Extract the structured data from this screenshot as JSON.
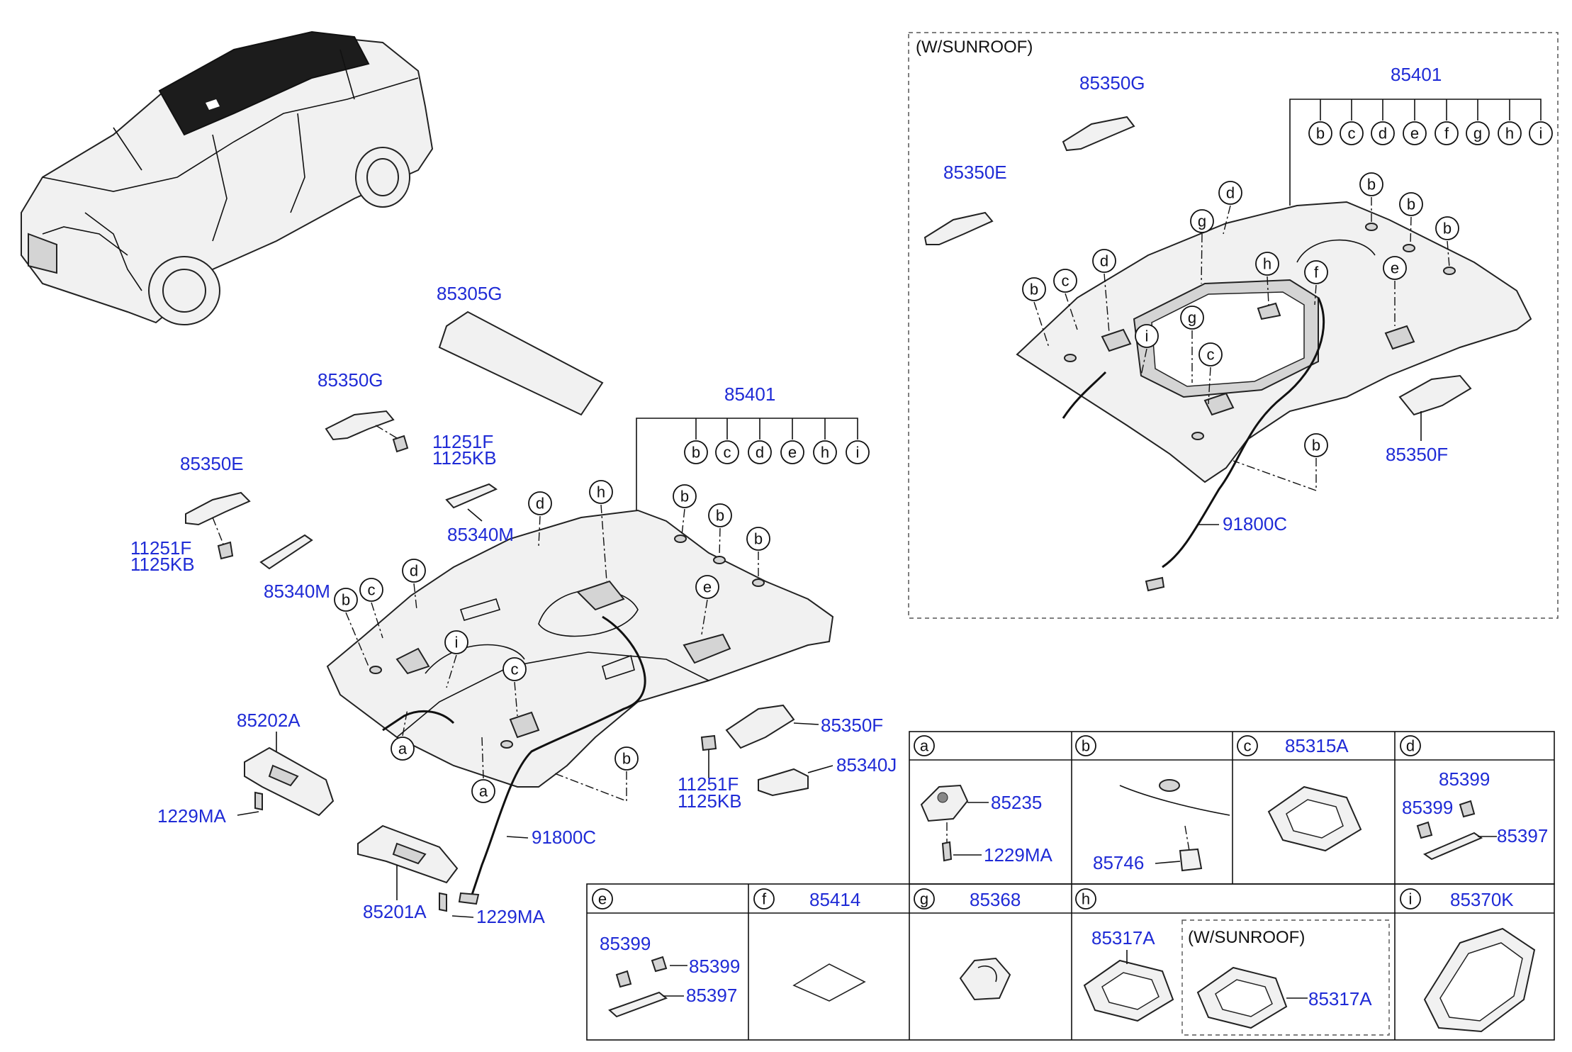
{
  "main": {
    "roof_film": "85305G",
    "bracket_upper": "85350G",
    "bracket_left": "85350E",
    "bracket_right": "85350F",
    "screw_a": "11251F",
    "screw_b": "1125KB",
    "screw_c": "11251F",
    "screw_d": "1125KB",
    "screw_e": "11251F",
    "screw_f": "1125KB",
    "grip_1": "85340M",
    "grip_2": "85340M",
    "grip_3": "85340J",
    "headlining": "85401",
    "wiring": "91800C",
    "visor_right": "85202A",
    "visor_left": "85201A",
    "visor_screw_1": "1229MA",
    "visor_screw_2": "1229MA",
    "callouts_top": [
      "b",
      "c",
      "d",
      "e",
      "h",
      "i"
    ],
    "callouts_body": [
      "h",
      "d",
      "b",
      "b",
      "b",
      "d",
      "c",
      "b",
      "e",
      "i",
      "c",
      "a",
      "a",
      "b"
    ]
  },
  "sunroof": {
    "title": "(W/SUNROOF)",
    "headlining": "85401",
    "bracket_upper": "85350G",
    "bracket_left": "85350E",
    "bracket_right": "85350F",
    "wiring": "91800C",
    "callouts_top": [
      "b",
      "c",
      "d",
      "e",
      "f",
      "g",
      "h",
      "i"
    ],
    "callouts_body": [
      "d",
      "b",
      "g",
      "b",
      "b",
      "b",
      "c",
      "d",
      "h",
      "f",
      "e",
      "g",
      "i",
      "c",
      "b"
    ]
  },
  "detail": {
    "cells": [
      {
        "letter": "a",
        "title": "",
        "parts": [
          "85235",
          "1229MA"
        ]
      },
      {
        "letter": "b",
        "title": "",
        "parts": [
          "85746"
        ]
      },
      {
        "letter": "c",
        "title": "85315A",
        "parts": []
      },
      {
        "letter": "d",
        "title": "",
        "parts": [
          "85399",
          "85399",
          "85397"
        ]
      },
      {
        "letter": "e",
        "title": "",
        "parts": [
          "85399",
          "85399",
          "85397"
        ]
      },
      {
        "letter": "f",
        "title": "85414",
        "parts": []
      },
      {
        "letter": "g",
        "title": "85368",
        "parts": []
      },
      {
        "letter": "h",
        "title": "",
        "parts": [
          "85317A",
          "85317A"
        ],
        "note": "(W/SUNROOF)"
      },
      {
        "letter": "i",
        "title": "85370K",
        "parts": []
      }
    ]
  }
}
